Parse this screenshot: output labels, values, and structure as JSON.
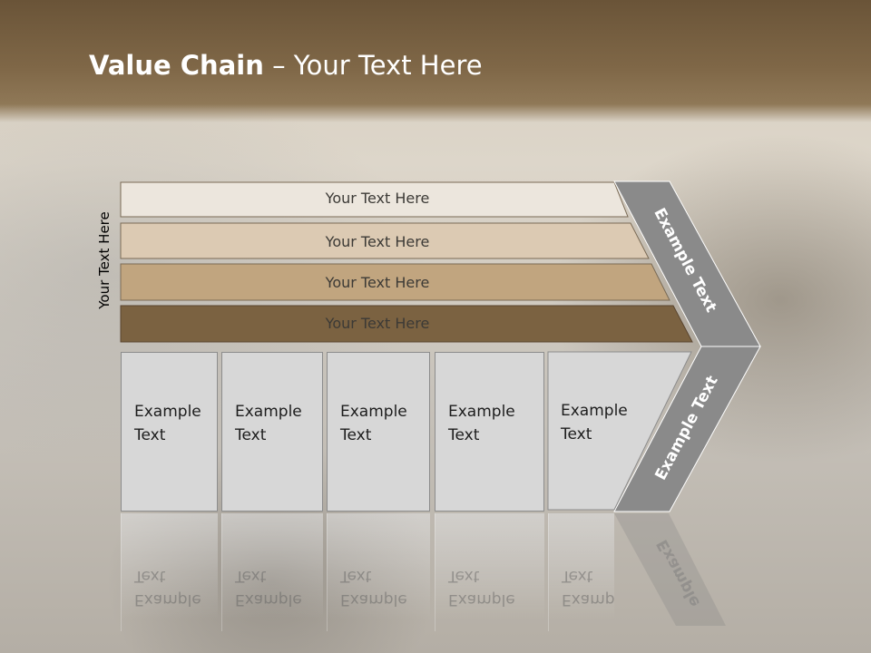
{
  "title": {
    "bold": "Value Chain",
    "rest": " – Your Text Here"
  },
  "side_label": "Your Text Here",
  "bars": [
    {
      "label": "Your Text Here",
      "color": "#ece6dd"
    },
    {
      "label": "Your Text Here",
      "color": "#dccab3"
    },
    {
      "label": "Your Text Here",
      "color": "#c1a57f"
    },
    {
      "label": "Your Text Here",
      "color": "#7b6241"
    }
  ],
  "boxes": [
    {
      "line1": "Example",
      "line2": "Text"
    },
    {
      "line1": "Example",
      "line2": "Text"
    },
    {
      "line1": "Example",
      "line2": "Text"
    },
    {
      "line1": "Example",
      "line2": "Text"
    },
    {
      "line1": "Example",
      "line2": "Text"
    }
  ],
  "chevron": {
    "upper_label": "Example Text",
    "lower_label": "Example Text",
    "reflection_label": "Example",
    "color": "#8a8a8a"
  }
}
